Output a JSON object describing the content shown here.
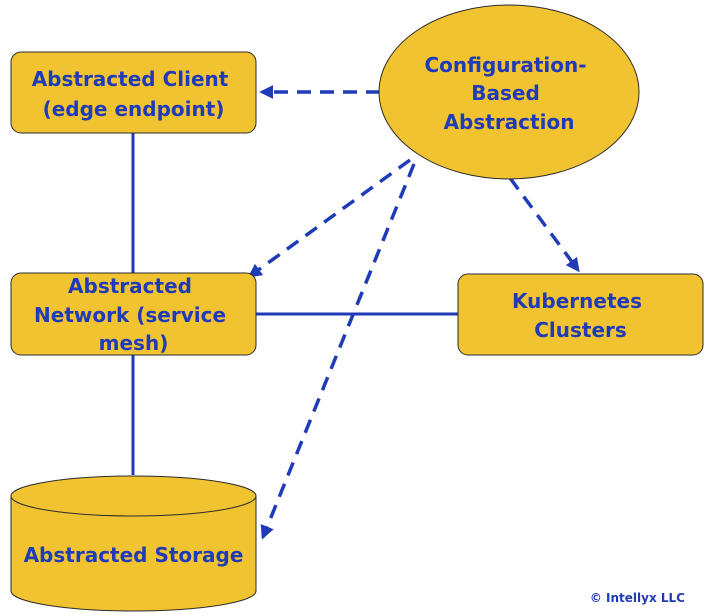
{
  "nodes": {
    "client": {
      "line1": "Abstracted Client",
      "line2": "(edge endpoint)"
    },
    "config": {
      "line1": "Configuration-",
      "line2": "Based",
      "line3": "Abstraction"
    },
    "network": {
      "line1": "Abstracted",
      "line2": "Network (service",
      "line3": "mesh)"
    },
    "kubernetes": {
      "line1": "Kubernetes",
      "line2": "Clusters"
    },
    "storage": {
      "line1": "Abstracted Storage"
    }
  },
  "copyright": "© Intellyx LLC",
  "colors": {
    "node_fill": "#f2c330",
    "node_stroke": "#2b2b2b",
    "connector": "#1f3bb8",
    "text": "#1f3bb8"
  }
}
